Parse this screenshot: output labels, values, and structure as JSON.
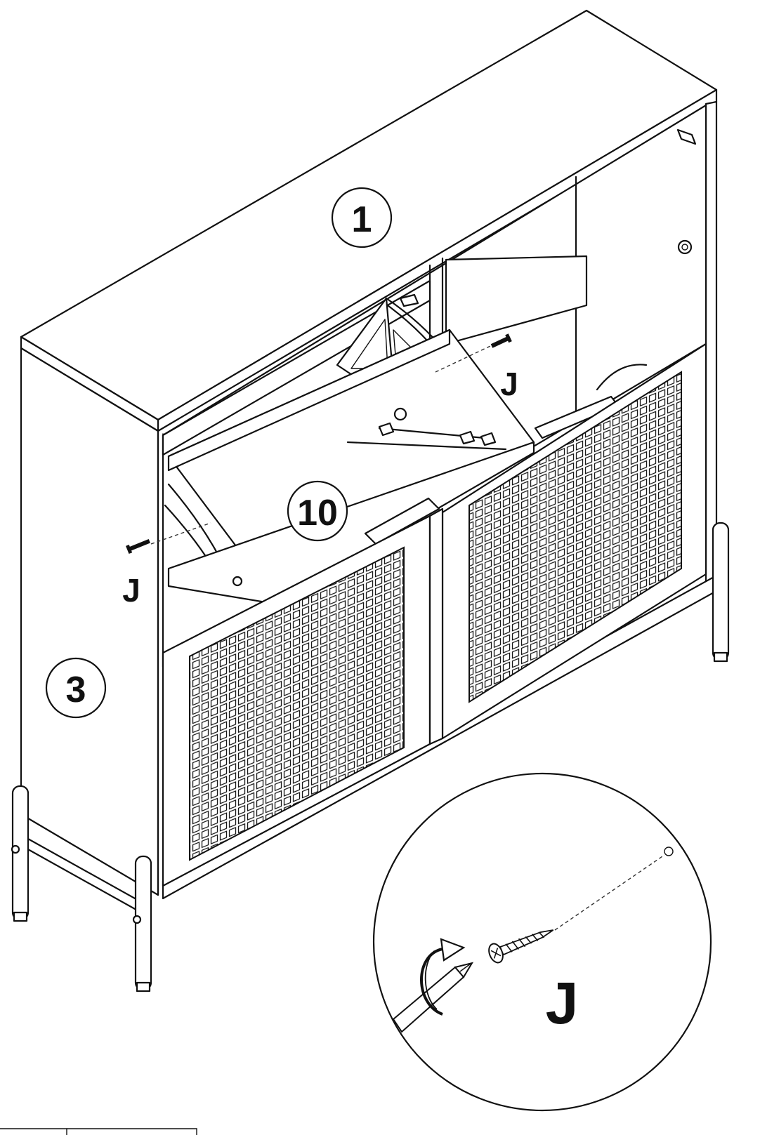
{
  "parts": {
    "top_panel": "1",
    "side_panel": "3",
    "flap_door": "10"
  },
  "hardware": {
    "screw_code": "J"
  },
  "colors": {
    "line": "#111111",
    "background": "#ffffff"
  },
  "icons": {
    "rotate": "rotate-arrow-icon",
    "screwdriver": "screwdriver-icon",
    "screw": "screw-icon"
  }
}
